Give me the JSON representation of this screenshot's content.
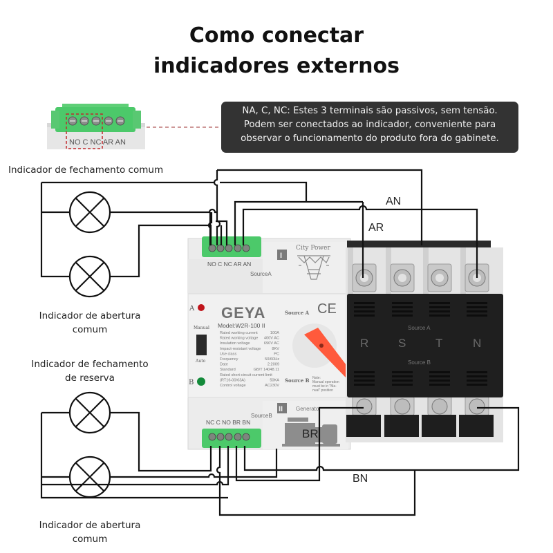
{
  "title": {
    "line1": "Como conectar",
    "line2": "indicadores externos"
  },
  "note": {
    "lines": [
      "NA, C, NC: Estes 3 terminais são passivos, sem tensão.",
      "Podem ser conectados ao indicador, conveniente para",
      "observar o funcionamento do produto fora do gabinete."
    ]
  },
  "indicators": {
    "top_closing": "Indicador de fechamento comum",
    "top_opening_l1": "Indicador de abertura",
    "top_opening_l2": "comum",
    "bottom_closing_l1": "Indicador de fechamento",
    "bottom_closing_l2": "de reserva",
    "bottom_opening_l1": "Indicador de abertura",
    "bottom_opening_l2": "comum"
  },
  "wire_labels": {
    "an": "AN",
    "ar": "AR",
    "br": "BR",
    "bn": "BN"
  },
  "inset_terminal": {
    "labels": "NO C NC AR AN"
  },
  "device": {
    "brand": "GEYA",
    "model": "Model:W2R-100 II",
    "source_a_label": "SourceA",
    "source_b_label": "SourceB",
    "terminal_a_labels": "NO C NC AR AN",
    "terminal_b_labels": "NC C NO BR BN",
    "city_power": "City Power",
    "generator": "Generator",
    "section_i": "I",
    "section_ii": "II",
    "led_a": "A",
    "led_b": "B",
    "manual": "Manual",
    "auto": "Auto",
    "source_a_text": "Source A",
    "source_b_text": "Source B",
    "ce_mark": "CE",
    "specs": [
      [
        "Rated working current",
        "100A"
      ],
      [
        "Rated working voltage",
        "400V AC"
      ],
      [
        "Insulation voltage",
        "690V AC"
      ],
      [
        "Impact-resistant voltage",
        "8KV"
      ],
      [
        "Use class",
        "PC"
      ],
      [
        "Frequency",
        "50/60Hz"
      ],
      [
        "Date",
        "2:2009"
      ],
      [
        "Standard",
        "GB/T 14048.11"
      ],
      [
        "Rated short-circuit current limit",
        ""
      ],
      [
        "(RT16-00/63A)",
        "50KA"
      ],
      [
        "Control voltage",
        "AC230V"
      ]
    ],
    "note_text": [
      "Note:",
      "Manual operation",
      "must be in \"Ma-",
      "nual\" position"
    ],
    "phases": [
      "R",
      "S",
      "T",
      "N"
    ],
    "cover_source_a": "Source A",
    "cover_source_b": "Source B",
    "colors": {
      "terminal_green": "#4cc96a",
      "handle_red": "#ff5a3c",
      "led_red": "#c0141b",
      "led_green": "#138a3a",
      "cover_black": "#1f1f1f",
      "body_gray": "#ececec"
    }
  }
}
